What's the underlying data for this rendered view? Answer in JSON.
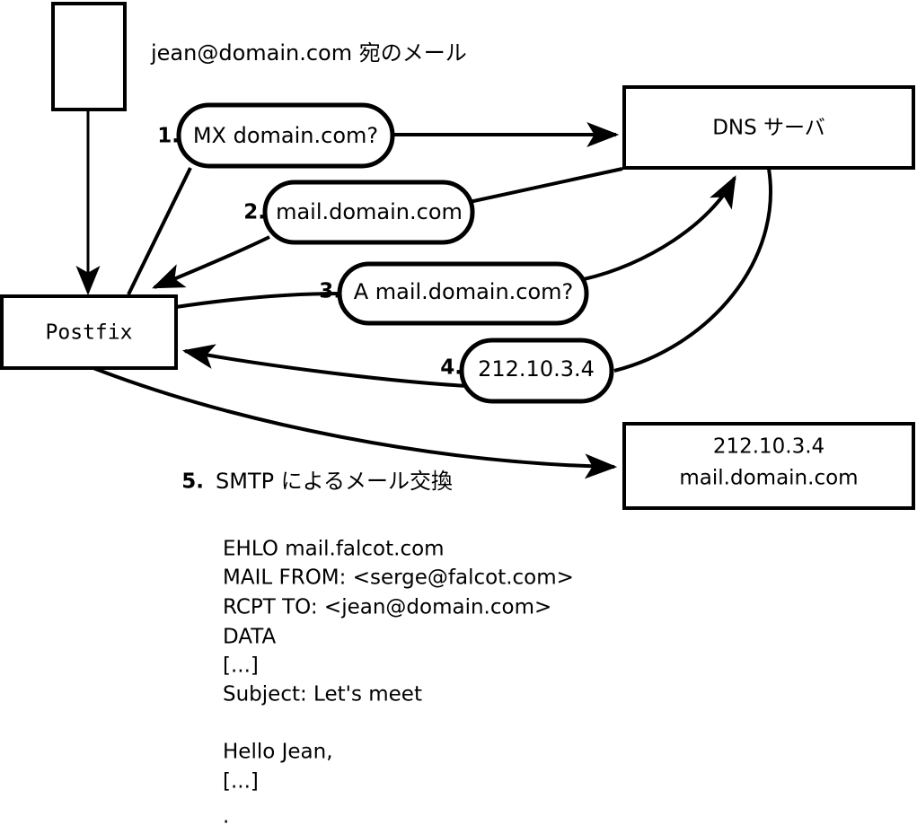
{
  "diagram": {
    "title_caption": "jean@domain.com 宛のメール",
    "nodes": [
      {
        "id": "client",
        "label": ""
      },
      {
        "id": "postfix",
        "label": "Postfix"
      },
      {
        "id": "dns",
        "label": "DNS サーバ"
      },
      {
        "id": "mailserver",
        "label_line1": "212.10.3.4",
        "label_line2": "mail.domain.com"
      }
    ],
    "steps": [
      {
        "num": "1.",
        "label": "MX domain.com?"
      },
      {
        "num": "2.",
        "label": "mail.domain.com"
      },
      {
        "num": "3.",
        "label": "A mail.domain.com?"
      },
      {
        "num": "4.",
        "label": "212.10.3.4"
      },
      {
        "num": "5.",
        "label": "SMTP によるメール交換"
      }
    ],
    "transcript": [
      "EHLO mail.falcot.com",
      "MAIL FROM: <serge@falcot.com>",
      "RCPT TO: <jean@domain.com>",
      "DATA",
      "[...]",
      "Subject: Let's meet",
      "",
      "Hello Jean,",
      "[...]",
      "."
    ],
    "colors": {
      "stroke": "#000000",
      "fill": "#ffffff",
      "text": "#000000"
    }
  }
}
